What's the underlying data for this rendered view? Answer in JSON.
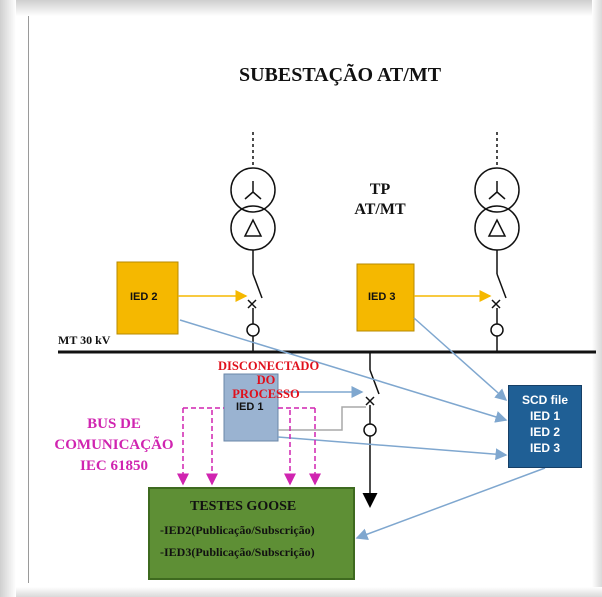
{
  "diagram": {
    "title": "SUBESTAÇÃO AT/MT",
    "transformer_label": [
      "TP",
      "AT/MT"
    ],
    "busbar_label": "MT 30 kV",
    "ied_boxes": [
      {
        "label": "IED 2",
        "fill": "#f5b800"
      },
      {
        "label": "IED 3",
        "fill": "#f5b800"
      },
      {
        "label": "IED 1",
        "fill": "#9ab3d1"
      }
    ],
    "disconnected_label": [
      "DISCONECTADO",
      "DO",
      "PROCESSO"
    ],
    "bus_label": [
      "BUS DE",
      "COMUNICAÇÃO",
      "IEC 61850"
    ],
    "scd_box": {
      "title": "SCD file",
      "items": [
        "IED 1",
        "IED 2",
        "IED 3"
      ],
      "fill": "#1f5f95"
    },
    "goose_box": {
      "title": "TESTES GOOSE",
      "lines": [
        "-IED2(Publicação/Subscrição)",
        "-IED3(Publicação/Subscrição)"
      ],
      "fill": "#5e8f35"
    },
    "colors": {
      "arrow_yellow": "#f5b800",
      "arrow_blue": "#7fa7cf",
      "bus_magenta": "#d024b0",
      "disconnected_red": "#e0101c"
    }
  }
}
